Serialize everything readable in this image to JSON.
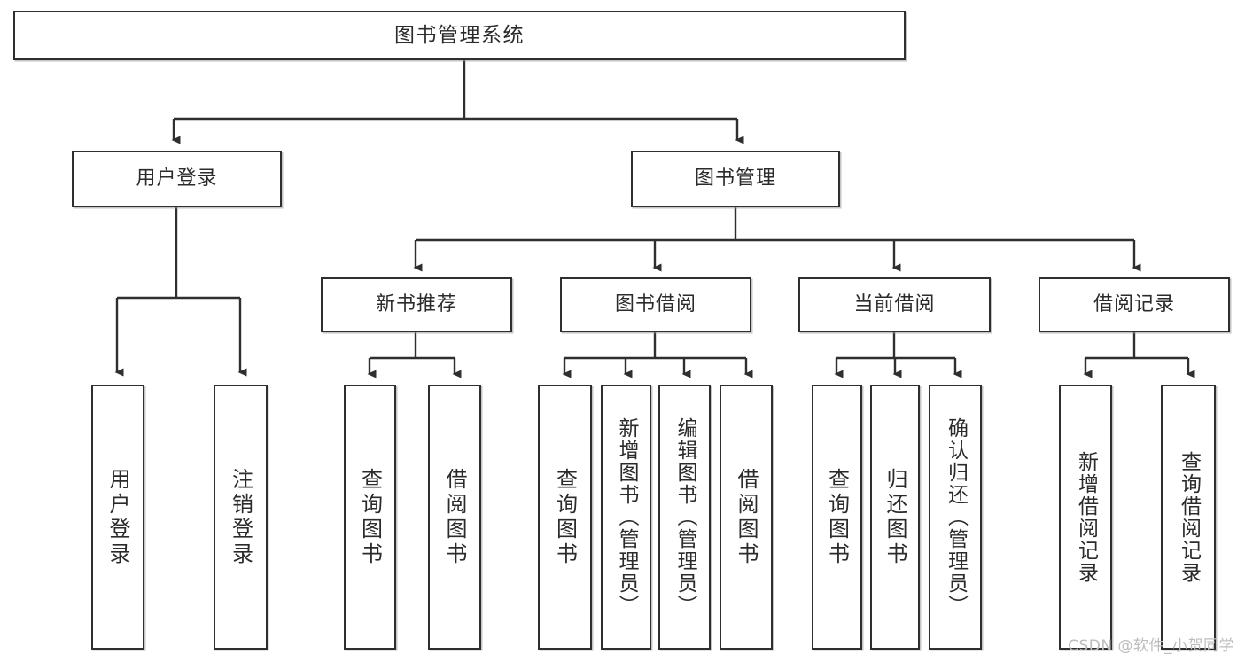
{
  "diagram": {
    "title": "图书管理系统",
    "watermark": "CSDN @软件_小贺同学",
    "colors": {
      "border": "#2f2f2f",
      "background": "#ffffff",
      "text": "#2b2b2b",
      "edge": "#2f2f2f",
      "watermark": "#bdbdbd"
    },
    "root": {
      "label": "图书管理系统"
    },
    "level2": [
      {
        "label": "用户登录"
      },
      {
        "label": "图书管理"
      }
    ],
    "level3": [
      {
        "label": "新书推荐"
      },
      {
        "label": "图书借阅"
      },
      {
        "label": "当前借阅"
      },
      {
        "label": "借阅记录"
      }
    ],
    "leaves": {
      "user_login": [
        {
          "label": "用户登录"
        },
        {
          "label": "注销登录"
        }
      ],
      "new_book": [
        {
          "label": "查询图书"
        },
        {
          "label": "借阅图书"
        }
      ],
      "book_borrow": [
        {
          "label": "查询图书"
        },
        {
          "label": "新增图书（管理员）"
        },
        {
          "label": "编辑图书（管理员）"
        },
        {
          "label": "借阅图书"
        }
      ],
      "current_borrow": [
        {
          "label": "查询图书"
        },
        {
          "label": "归还图书"
        },
        {
          "label": "确认归还（管理员）"
        }
      ],
      "borrow_record": [
        {
          "label": "新增借阅记录"
        },
        {
          "label": "查询借阅记录"
        }
      ]
    }
  }
}
